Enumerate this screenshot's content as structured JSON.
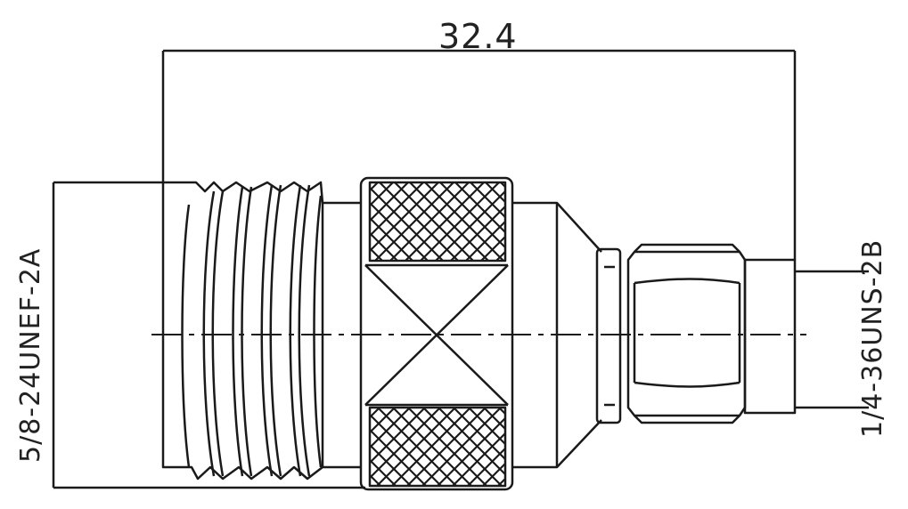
{
  "dimensions": {
    "overall_length": "32.4"
  },
  "threads": {
    "left": "5/8-24UNEF-2A",
    "right": "1/4-36UNS-2B"
  },
  "colors": {
    "line": "#1a1a1a",
    "background": "#ffffff"
  }
}
